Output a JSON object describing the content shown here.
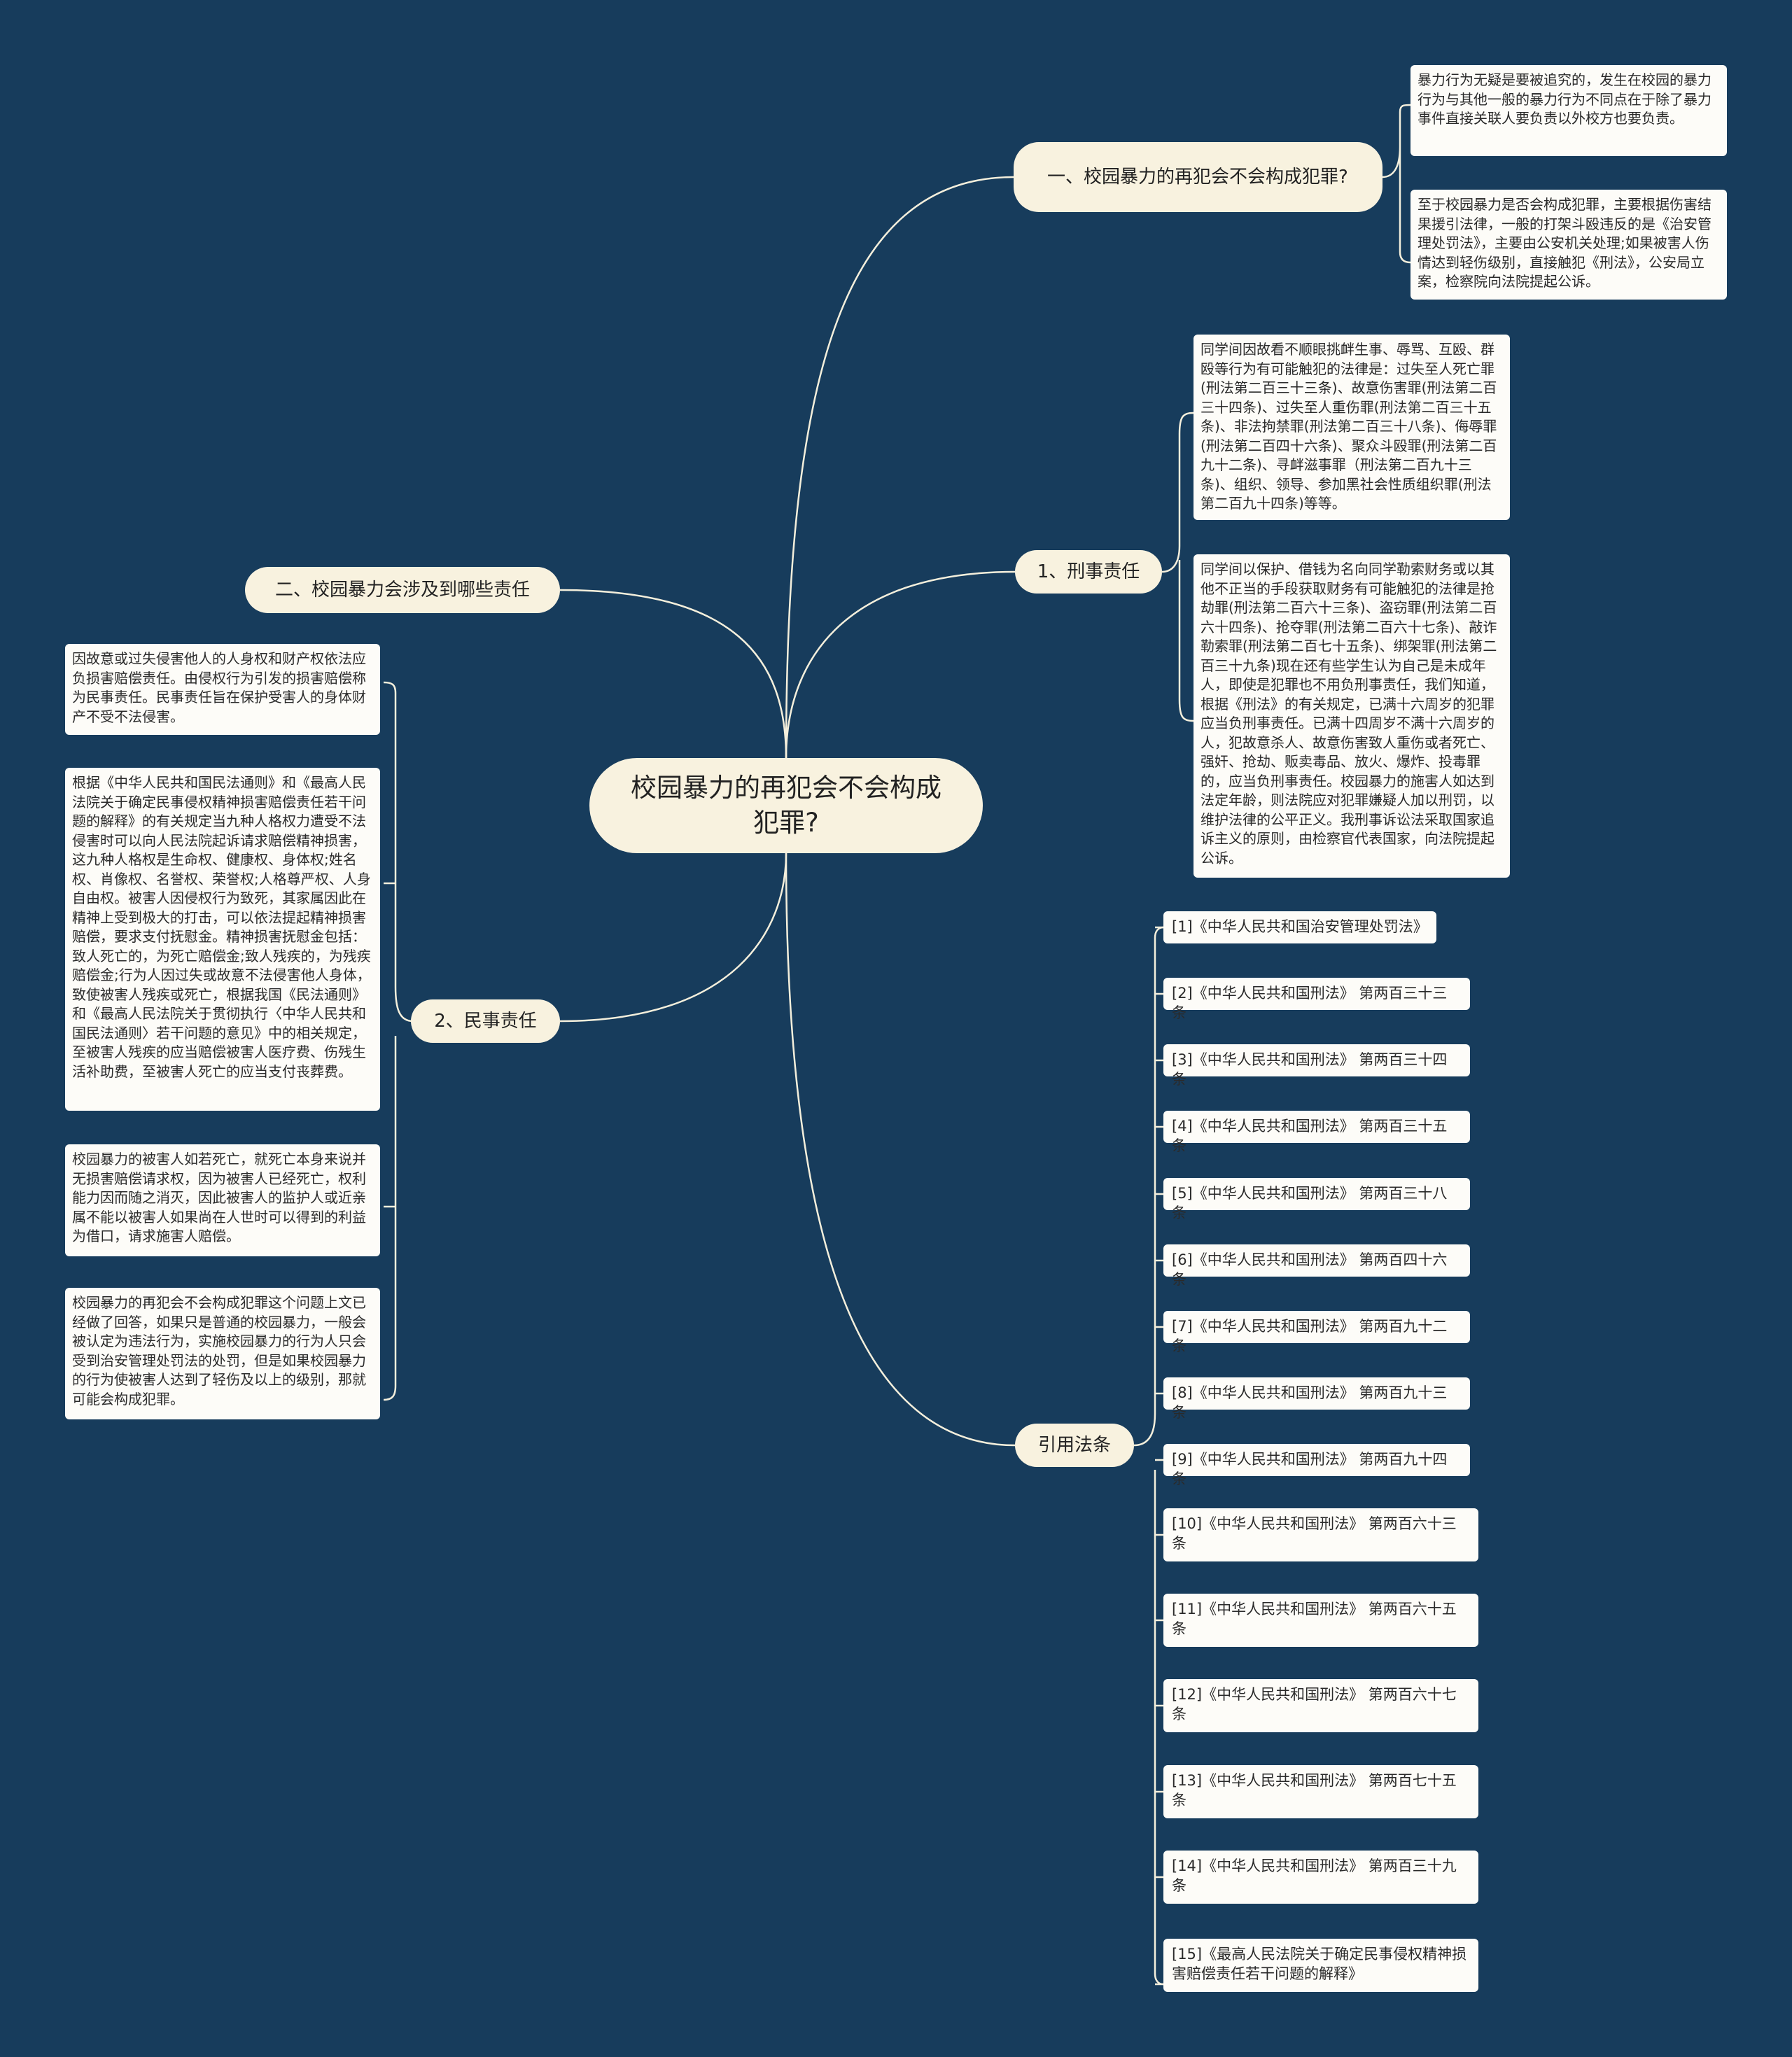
{
  "root": "校园暴力的再犯会不会构成犯罪?",
  "branches": {
    "q1": {
      "label": "一、校园暴力的再犯会不会构成犯罪?",
      "leaves": [
        "暴力行为无疑是要被追究的，发生在校园的暴力行为与其他一般的暴力行为不同点在于除了暴力事件直接关联人要负责以外校方也要负责。",
        "至于校园暴力是否会构成犯罪，主要根据伤害结果援引法律，一般的打架斗殴违反的是《治安管理处罚法》，主要由公安机关处理;如果被害人伤情达到轻伤级别，直接触犯《刑法》，公安局立案，检察院向法院提起公诉。"
      ]
    },
    "criminal": {
      "label": "1、刑事责任",
      "leaves": [
        "同学间因故看不顺眼挑衅生事、辱骂、互殴、群殴等行为有可能触犯的法律是：过失至人死亡罪(刑法第二百三十三条)、故意伤害罪(刑法第二百三十四条)、过失至人重伤罪(刑法第二百三十五条)、非法拘禁罪(刑法第二百三十八条)、侮辱罪(刑法第二百四十六条)、聚众斗殴罪(刑法第二百九十二条)、寻衅滋事罪（刑法第二百九十三条)、组织、领导、参加黑社会性质组织罪(刑法第二百九十四条)等等。",
        "同学间以保护、借钱为名向同学勒索财务或以其他不正当的手段获取财务有可能触犯的法律是抢劫罪(刑法第二百六十三条)、盗窃罪(刑法第二百六十四条)、抢夺罪(刑法第二百六十七条)、敲诈勒索罪(刑法第二百七十五条)、绑架罪(刑法第二百三十九条)现在还有些学生认为自己是未成年人，即使是犯罪也不用负刑事责任，我们知道，根据《刑法》的有关规定，已满十六周岁的犯罪应当负刑事责任。已满十四周岁不满十六周岁的人，犯故意杀人、故意伤害致人重伤或者死亡、强奸、抢劫、贩卖毒品、放火、爆炸、投毒罪的，应当负刑事责任。校园暴力的施害人如达到法定年龄，则法院应对犯罪嫌疑人加以刑罚，以维护法律的公平正义。我刑事诉讼法采取国家追诉主义的原则，由检察官代表国家，向法院提起公诉。"
      ]
    },
    "refs": {
      "label": "引用法条",
      "items": [
        "[1]《中华人民共和国治安管理处罚法》",
        "[2]《中华人民共和国刑法》 第两百三十三条",
        "[3]《中华人民共和国刑法》 第两百三十四条",
        "[4]《中华人民共和国刑法》 第两百三十五条",
        "[5]《中华人民共和国刑法》 第两百三十八条",
        "[6]《中华人民共和国刑法》 第两百四十六条",
        "[7]《中华人民共和国刑法》 第两百九十二条",
        "[8]《中华人民共和国刑法》 第两百九十三条",
        "[9]《中华人民共和国刑法》 第两百九十四条",
        "[10]《中华人民共和国刑法》 第两百六十三条",
        "[11]《中华人民共和国刑法》 第两百六十五条",
        "[12]《中华人民共和国刑法》 第两百六十七条",
        "[13]《中华人民共和国刑法》 第两百七十五条",
        "[14]《中华人民共和国刑法》 第两百三十九条",
        "[15]《最高人民法院关于确定民事侵权精神损害赔偿责任若干问题的解释》"
      ]
    },
    "q2": {
      "label": "二、校园暴力会涉及到哪些责任"
    },
    "civil": {
      "label": "2、民事责任",
      "leaves": [
        "因故意或过失侵害他人的人身权和财产权依法应负损害赔偿责任。由侵权行为引发的损害赔偿称为民事责任。民事责任旨在保护受害人的身体财产不受不法侵害。",
        "根据《中华人民共和国民法通则》和《最高人民法院关于确定民事侵权精神损害赔偿责任若干问题的解释》的有关规定当九种人格权力遭受不法侵害时可以向人民法院起诉请求赔偿精神损害，这九种人格权是生命权、健康权、身体权;姓名权、肖像权、名誉权、荣誉权;人格尊严权、人身自由权。被害人因侵权行为致死，其家属因此在精神上受到极大的打击，可以依法提起精神损害赔偿，要求支付抚慰金。精神损害抚慰金包括：致人死亡的，为死亡赔偿金;致人残疾的，为残疾赔偿金;行为人因过失或故意不法侵害他人身体，致使被害人残疾或死亡，根据我国《民法通则》和《最高人民法院关于贯彻执行〈中华人民共和国民法通则〉若干问题的意见》中的相关规定，至被害人残疾的应当赔偿被害人医疗费、伤残生活补助费，至被害人死亡的应当支付丧葬费。",
        "校园暴力的被害人如若死亡，就死亡本身来说并无损害赔偿请求权，因为被害人已经死亡，权利能力因而随之消灭，因此被害人的监护人或近亲属不能以被害人如果尚在人世时可以得到的利益为借口，请求施害人赔偿。",
        "校园暴力的再犯会不会构成犯罪这个问题上文已经做了回答，如果只是普通的校园暴力，一般会被认定为违法行为，实施校园暴力的行为人只会受到治安管理处罚法的处罚，但是如果校园暴力的行为使被害人达到了轻伤及以上的级别，那就可能会构成犯罪。"
      ]
    }
  },
  "colors": {
    "background": "#173c5c",
    "node_fill": "#f8f2df",
    "leaf_fill": "#fdfcf8",
    "connector": "#f4efdc"
  }
}
